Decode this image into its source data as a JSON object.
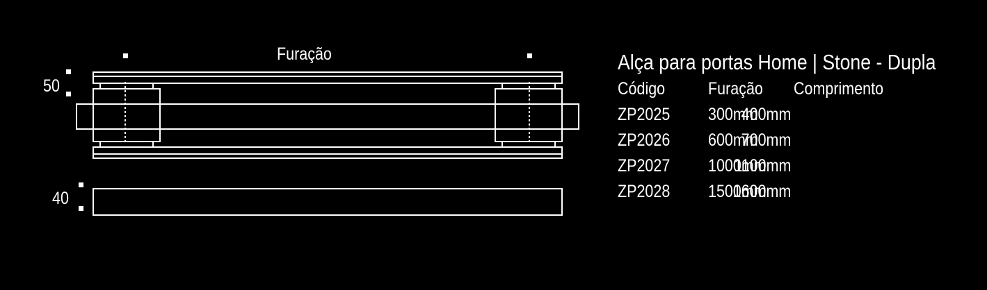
{
  "diagram": {
    "furacao_label": "Furação",
    "height_upper": "50",
    "height_lower": "40"
  },
  "spec": {
    "title": "Alça para portas Home | Stone - Dupla",
    "headers": [
      "Código",
      "Furação",
      "Comprimento"
    ],
    "rows": [
      [
        "ZP2025",
        "300mm",
        "400mm"
      ],
      [
        "ZP2026",
        "600mm",
        "700mm"
      ],
      [
        "ZP2027",
        "1000mm",
        "1100mm"
      ],
      [
        "ZP2028",
        "1500mm",
        "1600mm"
      ]
    ]
  },
  "colors": {
    "background": "#000000",
    "line": "#ffffff"
  }
}
